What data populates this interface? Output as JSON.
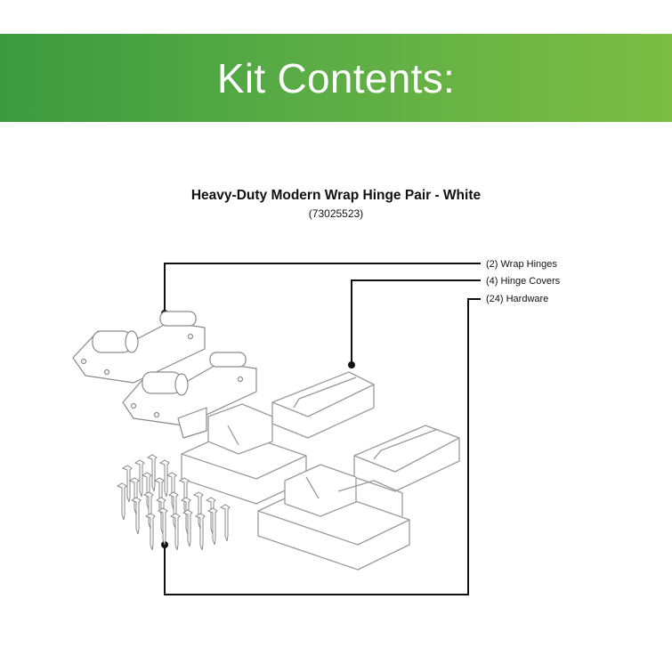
{
  "header": {
    "title": "Kit Contents:"
  },
  "product": {
    "name": "Heavy-Duty Modern Wrap Hinge Pair - White",
    "sku": "(73025523)"
  },
  "components": [
    {
      "label": "(2) Wrap Hinges"
    },
    {
      "label": "(4) Hinge Covers"
    },
    {
      "label": "(24) Hardware"
    }
  ],
  "colors": {
    "banner_start": "#3b9a3f",
    "banner_end": "#7dbd44",
    "leader_line": "#111111",
    "part_fill": "#ffffff",
    "part_stroke": "#9a9a9a"
  }
}
